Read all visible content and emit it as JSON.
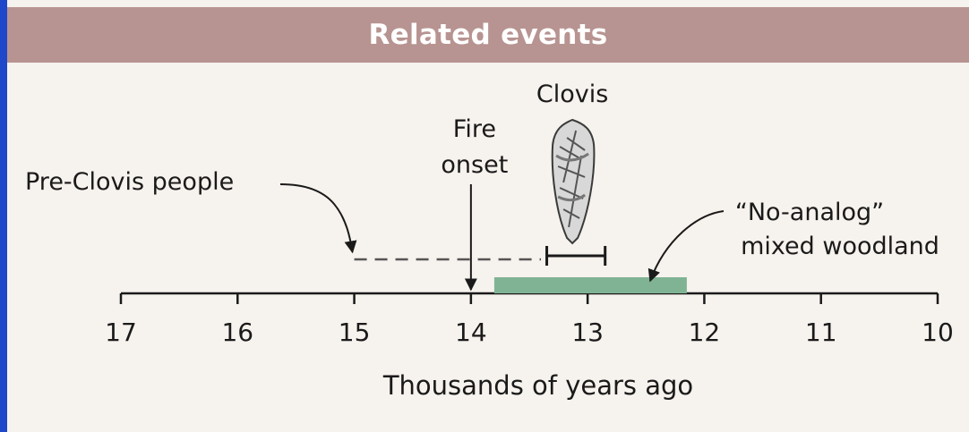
{
  "header": {
    "title": "Related events"
  },
  "colors": {
    "outer_border": "#1f47c9",
    "background": "#f6f2ed",
    "header_bg": "#b79491",
    "header_text": "#ffffff",
    "ink": "#1a1a1a",
    "woodland_bar": "#7fb393"
  },
  "chart_data": {
    "type": "timeline",
    "title": "Related events",
    "xlabel": "Thousands of years ago",
    "x_direction": "reversed",
    "xlim": [
      17,
      10
    ],
    "ticks": [
      "17",
      "16",
      "15",
      "14",
      "13",
      "12",
      "11",
      "10"
    ],
    "tick_values": [
      17,
      16,
      15,
      14,
      13,
      12,
      11,
      10
    ],
    "events": [
      {
        "label": "Pre-Clovis people",
        "kind": "dashed-range",
        "start": 15.0,
        "end": 13.4
      },
      {
        "label_lines": [
          "Fire",
          "onset"
        ],
        "kind": "point-arrow",
        "at": 14.0
      },
      {
        "label": "Clovis",
        "kind": "range-bracket",
        "start": 13.35,
        "end": 12.85,
        "icon": "clovis-point-icon"
      },
      {
        "label_lines": [
          "“No-analog”",
          "mixed woodland"
        ],
        "kind": "band",
        "start": 13.8,
        "end": 12.15
      }
    ]
  }
}
